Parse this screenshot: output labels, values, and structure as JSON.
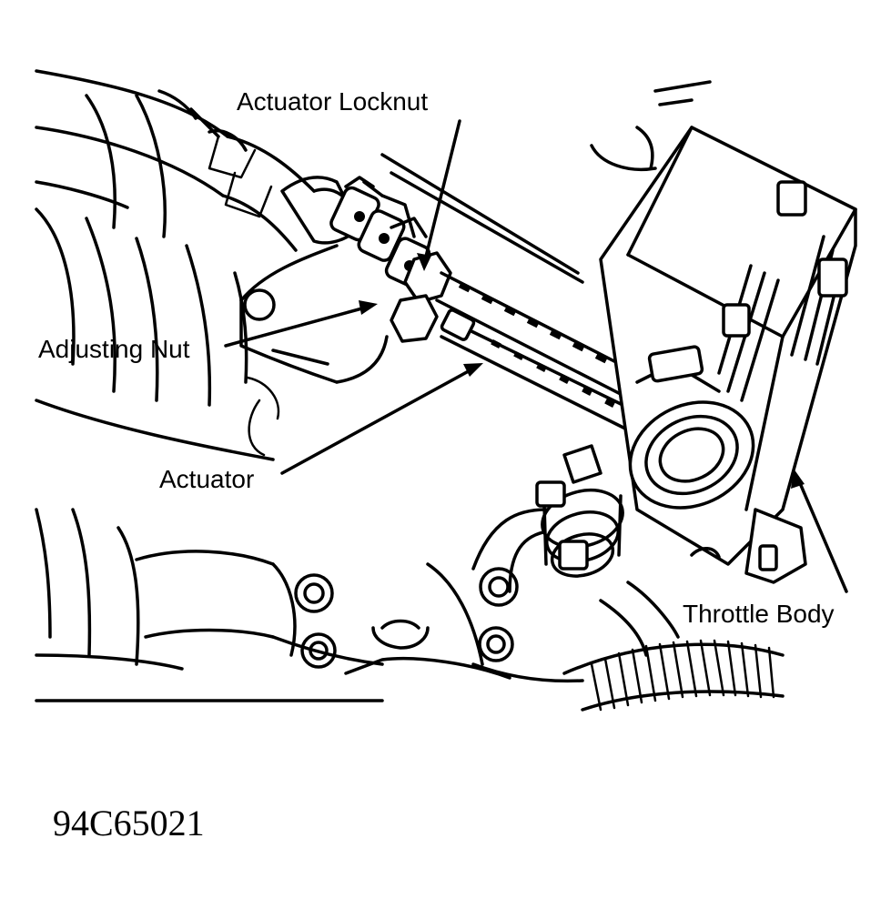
{
  "labels": {
    "actuator_locknut": "Actuator Locknut",
    "adjusting_nut": "Adjusting Nut",
    "actuator": "Actuator",
    "throttle_body": "Throttle Body"
  },
  "figure_id": "94C65021",
  "colors": {
    "ink": "#000000",
    "paper": "#ffffff"
  }
}
